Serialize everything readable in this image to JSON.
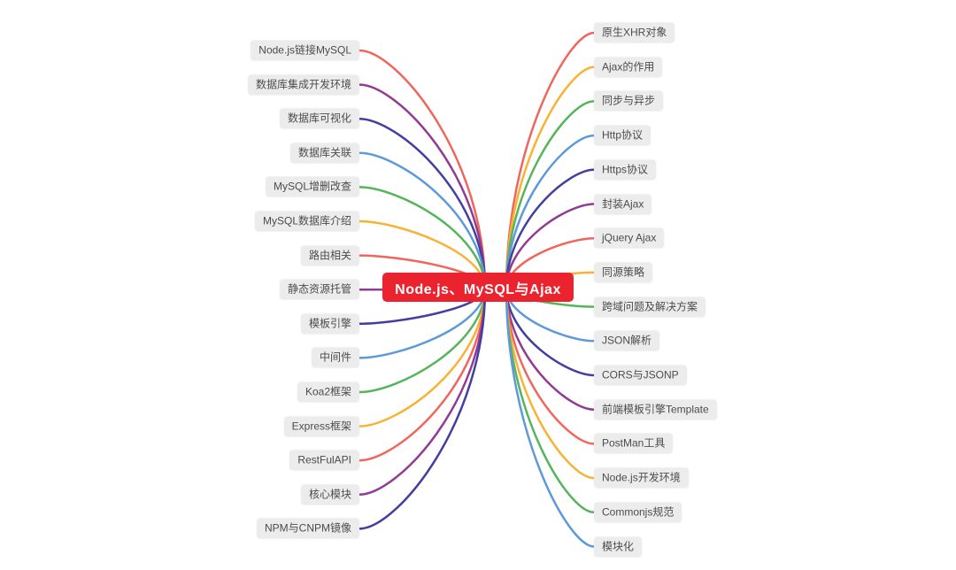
{
  "title": "Node.js、MySQL与Ajax",
  "center": {
    "label": "Node.js、MySQL与Ajax",
    "bg_color": "#ea232e",
    "text_color": "#ffffff"
  },
  "node_style": {
    "bg_color": "#ececec",
    "text_color": "#4c4c4c"
  },
  "palette": {
    "red": "#f2655c",
    "yellow": "#f8b234",
    "green": "#56b45c",
    "blue": "#5e9ad8",
    "indigo": "#433f9f",
    "purple": "#923b92"
  },
  "left_branches": [
    {
      "label": "Node.js链接MySQL",
      "color": "red"
    },
    {
      "label": "数据库集成开发环境",
      "color": "purple"
    },
    {
      "label": "数据库可视化",
      "color": "indigo"
    },
    {
      "label": "数据库关联",
      "color": "blue"
    },
    {
      "label": "MySQL增删改查",
      "color": "green"
    },
    {
      "label": "MySQL数据库介绍",
      "color": "yellow"
    },
    {
      "label": "路由相关",
      "color": "red"
    },
    {
      "label": "静态资源托管",
      "color": "purple"
    },
    {
      "label": "模板引擎",
      "color": "indigo"
    },
    {
      "label": "中间件",
      "color": "blue"
    },
    {
      "label": "Koa2框架",
      "color": "green"
    },
    {
      "label": "Express框架",
      "color": "yellow"
    },
    {
      "label": "RestFulAPI",
      "color": "red"
    },
    {
      "label": "核心模块",
      "color": "purple"
    },
    {
      "label": "NPM与CNPM镜像",
      "color": "indigo"
    }
  ],
  "right_branches": [
    {
      "label": "原生XHR对象",
      "color": "red"
    },
    {
      "label": "Ajax的作用",
      "color": "yellow"
    },
    {
      "label": "同步与异步",
      "color": "green"
    },
    {
      "label": "Http协议",
      "color": "blue"
    },
    {
      "label": "Https协议",
      "color": "indigo"
    },
    {
      "label": "封装Ajax",
      "color": "purple"
    },
    {
      "label": "jQuery Ajax",
      "color": "red"
    },
    {
      "label": "同源策略",
      "color": "yellow"
    },
    {
      "label": "跨域问题及解决方案",
      "color": "green"
    },
    {
      "label": "JSON解析",
      "color": "blue"
    },
    {
      "label": "CORS与JSONP",
      "color": "indigo"
    },
    {
      "label": "前端模板引擎Template",
      "color": "purple"
    },
    {
      "label": "PostMan工具",
      "color": "red"
    },
    {
      "label": "Node.js开发环境",
      "color": "yellow"
    },
    {
      "label": "Commonjs规范",
      "color": "green"
    },
    {
      "label": "模块化",
      "color": "blue"
    }
  ]
}
